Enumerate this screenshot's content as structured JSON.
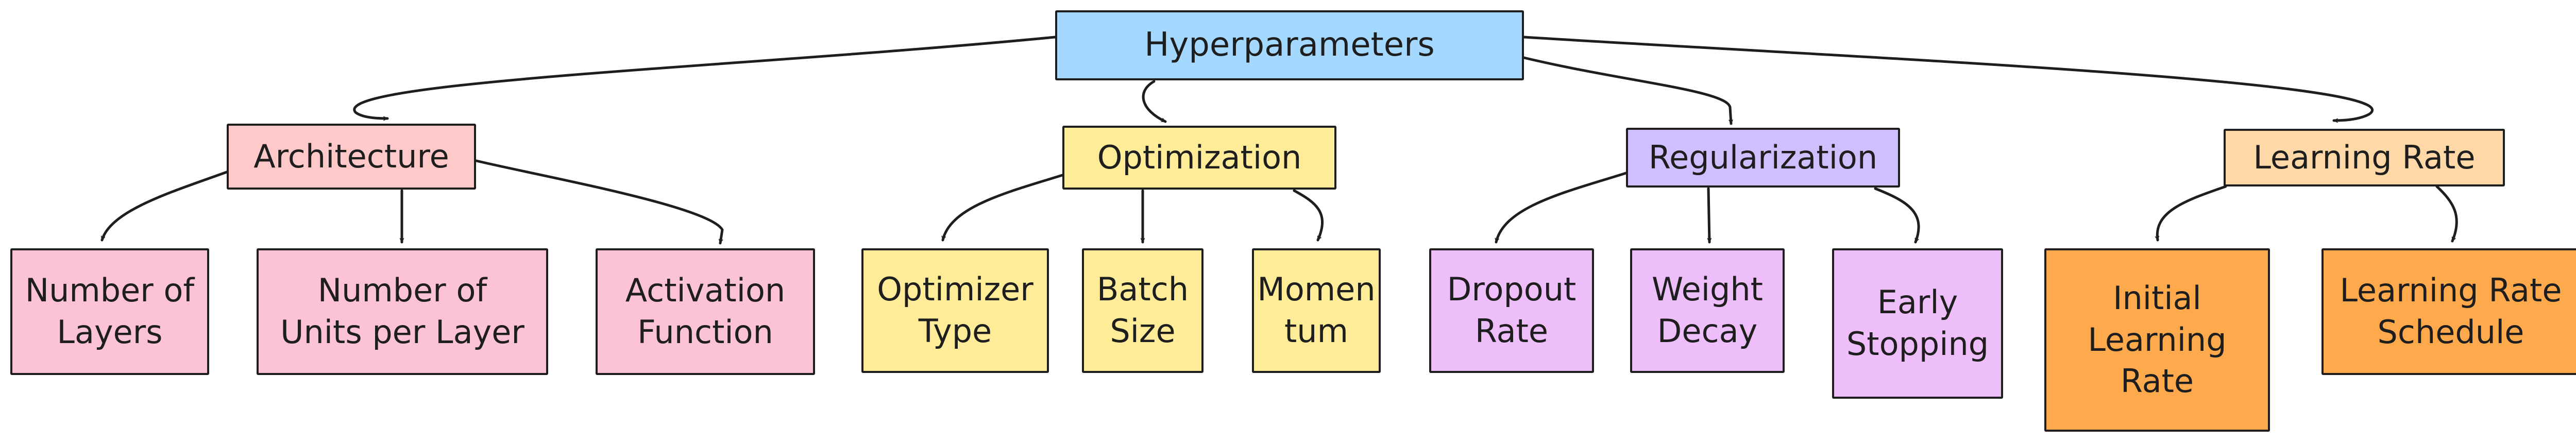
{
  "root": {
    "label": "Hyperparameters",
    "color": "#a5d8ff"
  },
  "categories": [
    {
      "id": "architecture",
      "label": "Architecture",
      "color": "#ffc9c9",
      "children": [
        {
          "id": "number-of-layers",
          "label": "Number of\nLayers",
          "color": "#fcc2d7"
        },
        {
          "id": "units-per-layer",
          "label": "Number of\nUnits per Layer",
          "color": "#fcc2d7"
        },
        {
          "id": "activation-function",
          "label": "Activation\nFunction",
          "color": "#fcc2d7"
        }
      ]
    },
    {
      "id": "optimization",
      "label": "Optimization",
      "color": "#ffec99",
      "children": [
        {
          "id": "optimizer-type",
          "label": "Optimizer\nType",
          "color": "#ffec99"
        },
        {
          "id": "batch-size",
          "label": "Batch\nSize",
          "color": "#ffec99"
        },
        {
          "id": "momentum",
          "label": "Momen\ntum",
          "color": "#ffec99"
        }
      ]
    },
    {
      "id": "regularization",
      "label": "Regularization",
      "color": "#d0bfff",
      "children": [
        {
          "id": "dropout-rate",
          "label": "Dropout\nRate",
          "color": "#eebefa"
        },
        {
          "id": "weight-decay",
          "label": "Weight\nDecay",
          "color": "#eebefa"
        },
        {
          "id": "early-stopping",
          "label": "Early\nStopping",
          "color": "#eebefa"
        }
      ]
    },
    {
      "id": "learning-rate",
      "label": "Learning Rate",
      "color": "#ffd8a8",
      "children": [
        {
          "id": "initial-learning-rate",
          "label": "Initial\nLearning\nRate",
          "color": "#ffa94d"
        },
        {
          "id": "learning-rate-schedule",
          "label": "Learning Rate\nSchedule",
          "color": "#ffa94d"
        }
      ]
    }
  ]
}
